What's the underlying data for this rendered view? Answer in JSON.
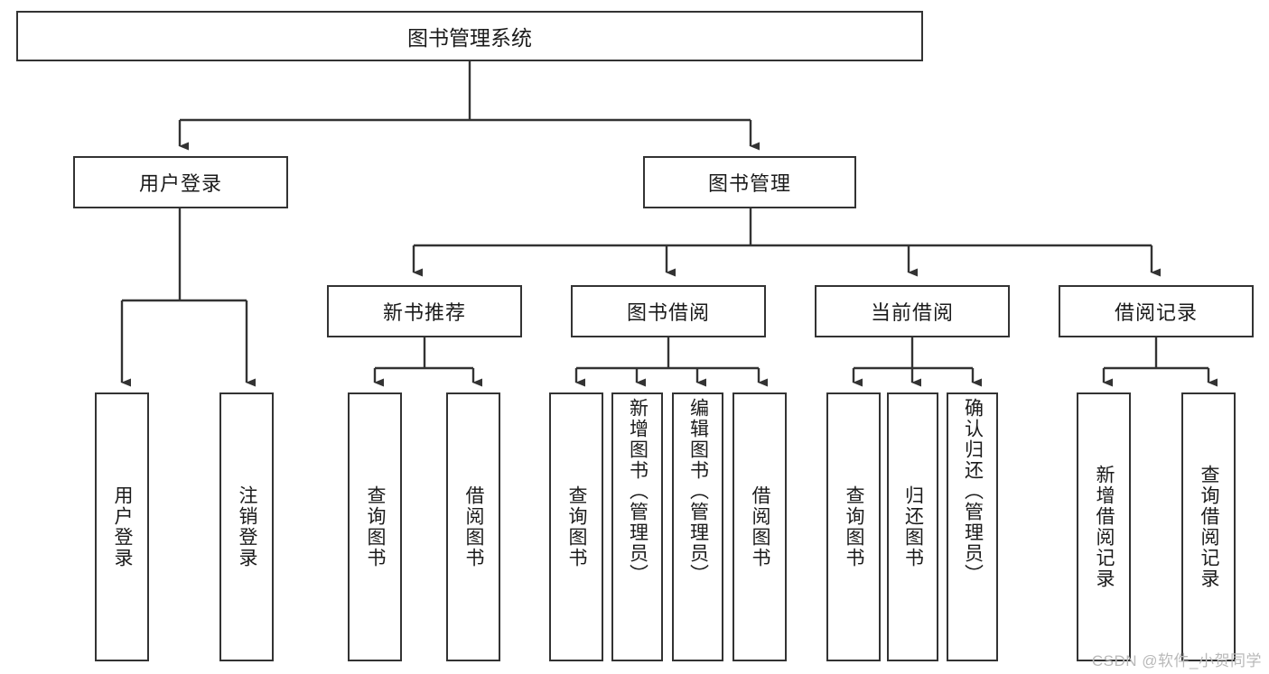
{
  "diagram": {
    "type": "tree-hierarchy",
    "title": "图书管理系统",
    "root": {
      "label": "图书管理系统"
    },
    "level1": [
      {
        "id": "user-login",
        "label": "用户登录"
      },
      {
        "id": "book-manage",
        "label": "图书管理"
      }
    ],
    "level2": [
      {
        "id": "new-book-rec",
        "label": "新书推荐",
        "parent": "book-manage"
      },
      {
        "id": "book-borrow",
        "label": "图书借阅",
        "parent": "book-manage"
      },
      {
        "id": "current-borrow",
        "label": "当前借阅",
        "parent": "book-manage"
      },
      {
        "id": "borrow-record",
        "label": "借阅记录",
        "parent": "book-manage"
      }
    ],
    "leaves": {
      "user-login": [
        {
          "id": "leaf-user-login",
          "label": "用户登录"
        },
        {
          "id": "leaf-logout",
          "label": "注销登录"
        }
      ],
      "new-book-rec": [
        {
          "id": "leaf-query-book-1",
          "label": "查询图书"
        },
        {
          "id": "leaf-borrow-book-1",
          "label": "借阅图书"
        }
      ],
      "book-borrow": [
        {
          "id": "leaf-query-book-2",
          "label": "查询图书"
        },
        {
          "id": "leaf-add-book",
          "label": "新增图书（管理员）"
        },
        {
          "id": "leaf-edit-book",
          "label": "编辑图书（管理员）"
        },
        {
          "id": "leaf-borrow-book-2",
          "label": "借阅图书"
        }
      ],
      "current-borrow": [
        {
          "id": "leaf-query-book-3",
          "label": "查询图书"
        },
        {
          "id": "leaf-return-book",
          "label": "归还图书"
        },
        {
          "id": "leaf-confirm-return",
          "label": "确认归还（管理员）"
        }
      ],
      "borrow-record": [
        {
          "id": "leaf-add-record",
          "label": "新增借阅记录"
        },
        {
          "id": "leaf-query-record",
          "label": "查询借阅记录"
        }
      ]
    },
    "colors": {
      "border": "#333333",
      "text": "#1b1b1b",
      "background": "#ffffff",
      "watermark": "#b9b9b9"
    },
    "watermark": "CSDN @软件_小贺同学"
  }
}
